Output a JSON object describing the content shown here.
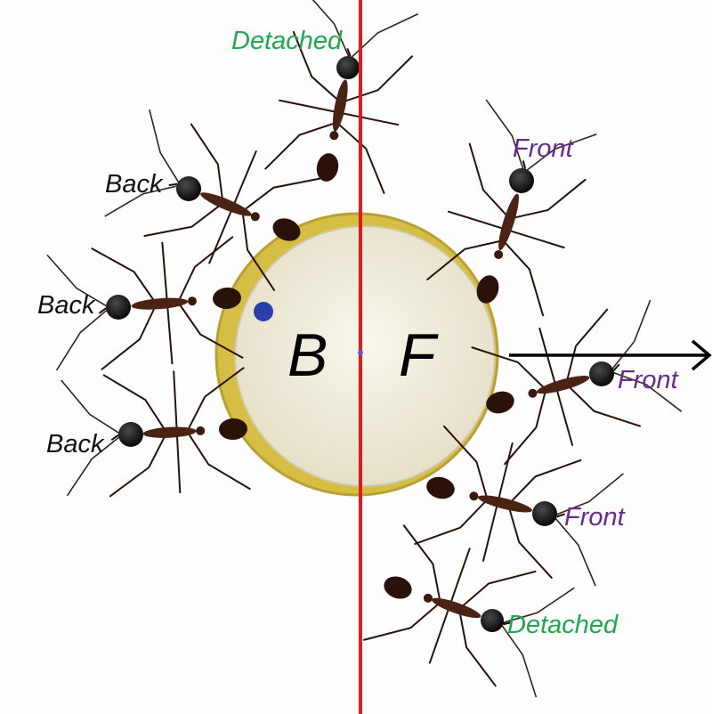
{
  "colors": {
    "background": "#fdfdfd",
    "divider_line": "#e01a1a",
    "detached_label": "#1fa84f",
    "front_label": "#6a2c8c",
    "back_label": "#111111",
    "disk_rim": "#d9c24a",
    "disk_face": "#f2eee0",
    "ant_body": "#3a1d12",
    "ant_head": "#151515",
    "marker_dot": "#2a3fa8",
    "arrow": "#000000"
  },
  "disk": {
    "left_letter": "B",
    "right_letter": "F"
  },
  "labels": {
    "detached_top": "Detached",
    "detached_bottom": "Detached",
    "back_upper": "Back",
    "back_middle": "Back",
    "back_lower": "Back",
    "front_upper": "Front",
    "front_middle": "Front",
    "front_lower": "Front"
  },
  "ants": [
    {
      "name": "ant-detached-top",
      "role": "detached"
    },
    {
      "name": "ant-back-upper",
      "role": "back"
    },
    {
      "name": "ant-back-middle",
      "role": "back"
    },
    {
      "name": "ant-back-lower",
      "role": "back"
    },
    {
      "name": "ant-front-upper",
      "role": "front"
    },
    {
      "name": "ant-front-middle",
      "role": "front"
    },
    {
      "name": "ant-front-lower",
      "role": "front"
    },
    {
      "name": "ant-detached-bottom",
      "role": "detached"
    }
  ]
}
